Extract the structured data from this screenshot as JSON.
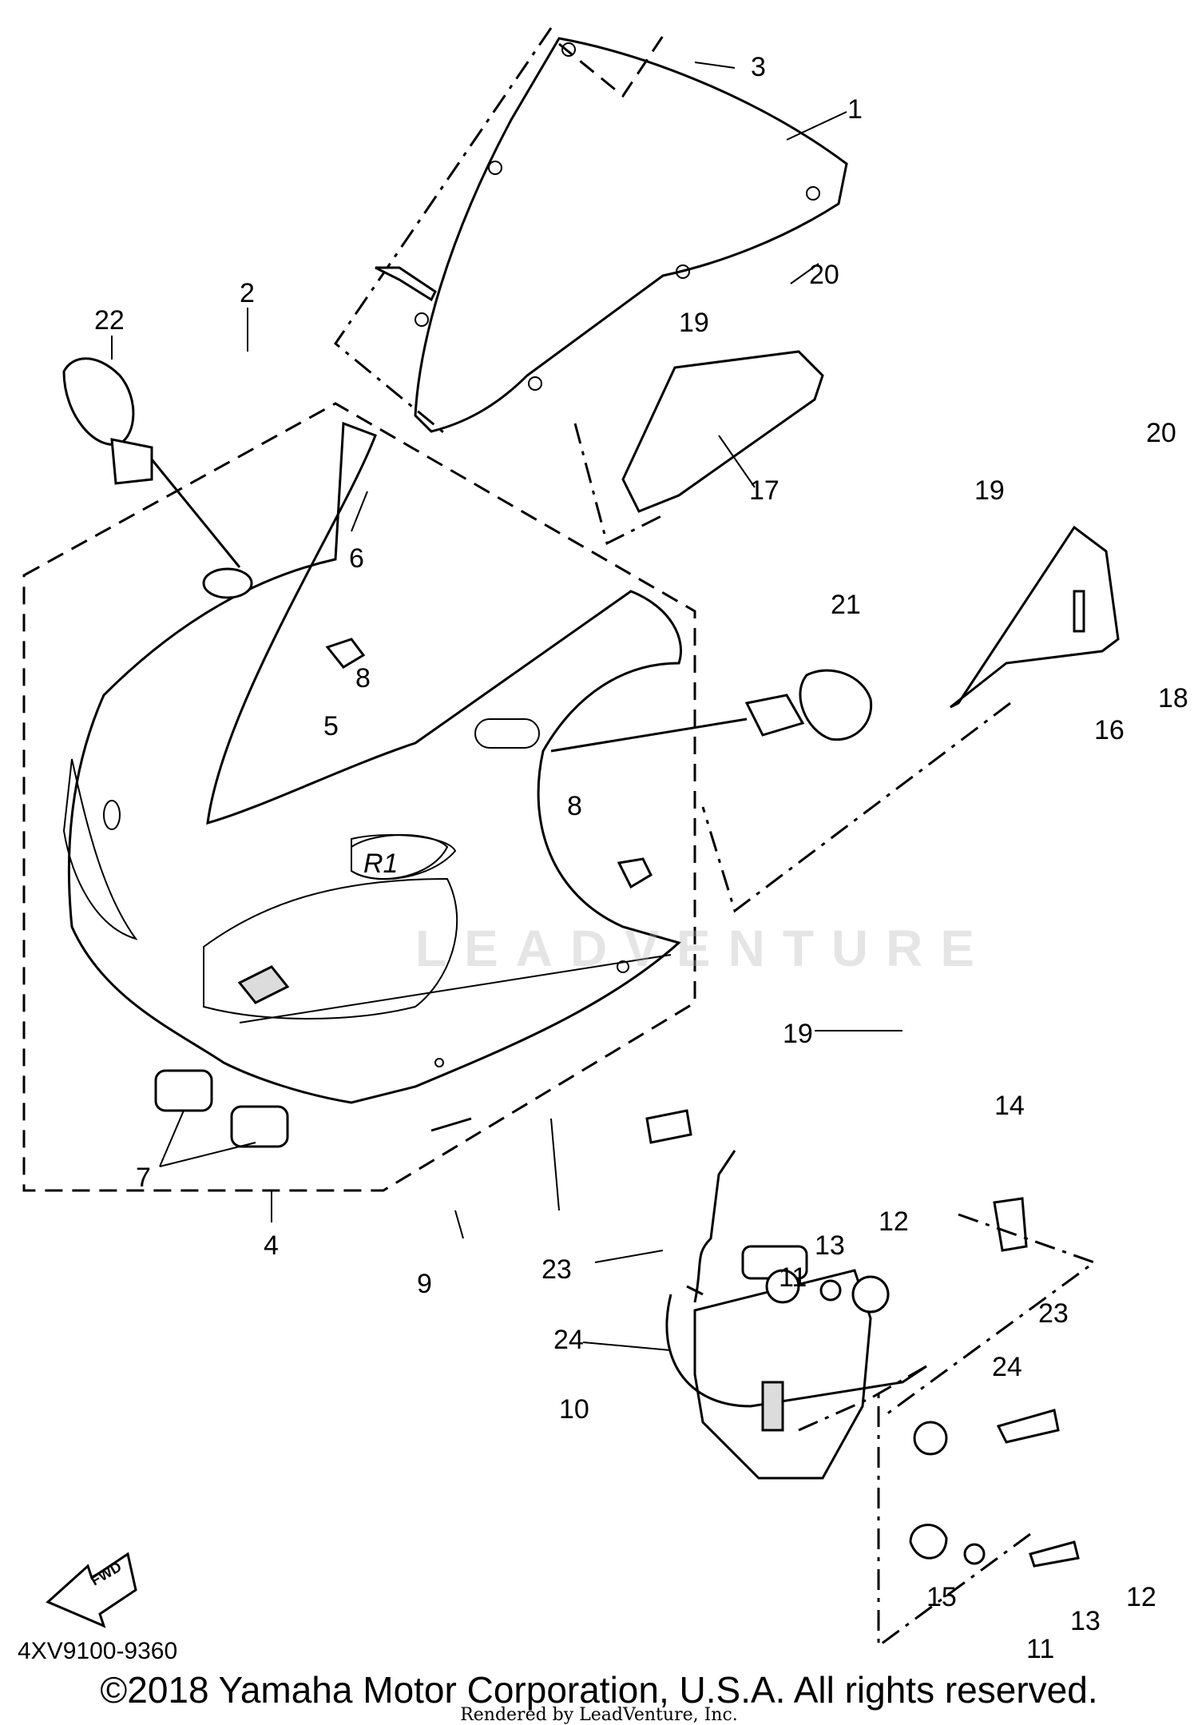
{
  "diagram_code": "4XV9100-9360",
  "copyright": "©2018 Yamaha Motor Corporation, U.S.A. All rights reserved.",
  "render_credit": "Rendered by LeadVenture, Inc.",
  "watermark": "LEADVENTURE",
  "fwd_label": "FWD",
  "callouts": [
    "1",
    "2",
    "3",
    "4",
    "5",
    "6",
    "7",
    "8",
    "8",
    "9",
    "10",
    "11",
    "11",
    "12",
    "12",
    "13",
    "13",
    "14",
    "15",
    "16",
    "17",
    "18",
    "19",
    "19",
    "19",
    "20",
    "20",
    "21",
    "22",
    "23",
    "23",
    "24",
    "24"
  ],
  "logo_text": "R1"
}
